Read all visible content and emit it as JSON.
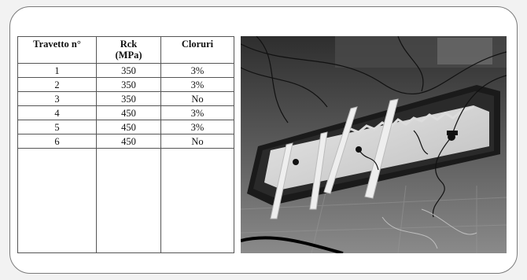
{
  "table": {
    "headers": [
      {
        "line1": "Travetto n°",
        "line2": ""
      },
      {
        "line1": "Rck",
        "line2": "(MPa)"
      },
      {
        "line1": "Cloruri",
        "line2": ""
      }
    ],
    "rows": [
      {
        "n": "1",
        "rck": "350",
        "cloruri": "3%"
      },
      {
        "n": "2",
        "rck": "350",
        "cloruri": "3%"
      },
      {
        "n": "3",
        "rck": "350",
        "cloruri": "No"
      },
      {
        "n": "4",
        "rck": "450",
        "cloruri": "3%"
      },
      {
        "n": "5",
        "rck": "450",
        "cloruri": "3%"
      },
      {
        "n": "6",
        "rck": "450",
        "cloruri": "No"
      }
    ]
  },
  "photo": {
    "subject": "photo-of-concrete-beam-test-setup"
  },
  "colors": {
    "frame_border": "#7a7a7a",
    "table_border": "#555555",
    "background": "#f2f2f2"
  }
}
